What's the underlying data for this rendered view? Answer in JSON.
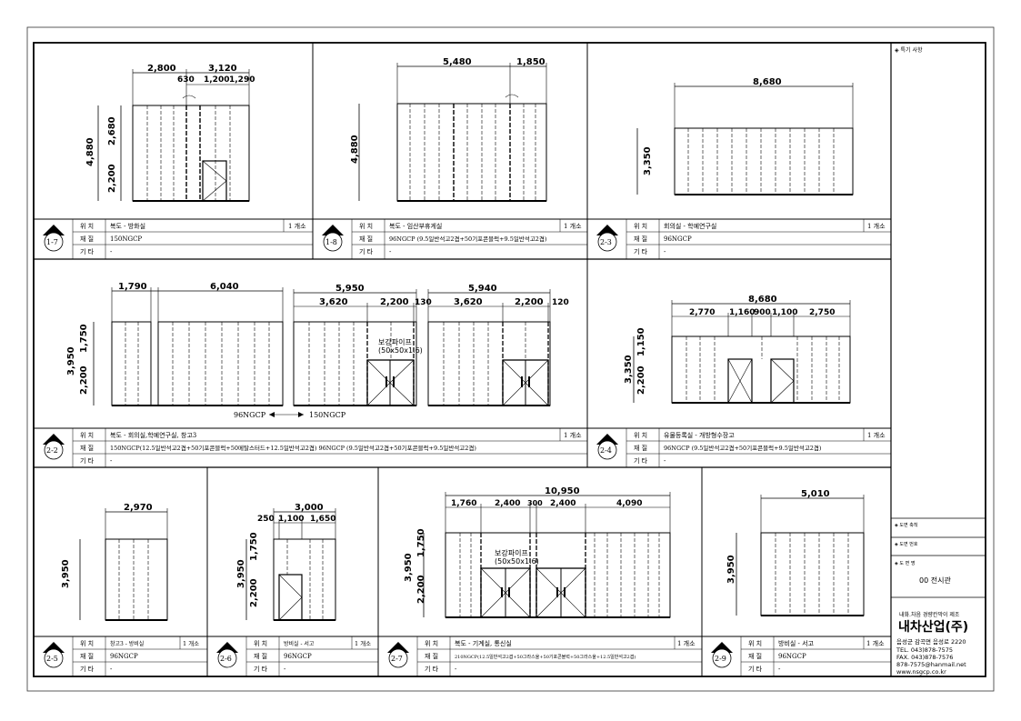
{
  "labels": {
    "loc": "위 치",
    "mat": "재 질",
    "etc": "기 타",
    "dash": "-"
  },
  "panels": [
    {
      "id": "1-7",
      "location": "복도 - 방화실",
      "count": "1 개소",
      "material": "150NGCP",
      "etc": "-",
      "dims_top": [
        "2,800",
        "3,120"
      ],
      "dims_sub": [
        "630",
        "1,200",
        "1,290"
      ],
      "dims_side": [
        "4,880",
        "2,680",
        "2,200"
      ]
    },
    {
      "id": "1-8",
      "location": "복도 - 임산부휴게실",
      "count": "1 개소",
      "material": "96NGCP (9.5일반석고2겹+50기포콘블럭+9.5일반석고2겹)",
      "etc": "-",
      "dims_top": [
        "5,480",
        "1,850"
      ],
      "dims_side": [
        "4,880"
      ]
    },
    {
      "id": "2-3",
      "location": "회의실 - 학예연구실",
      "count": "1 개소",
      "material": "96NGCP",
      "etc": "-",
      "dims_top": [
        "8,680"
      ],
      "dims_side": [
        "3,350"
      ]
    },
    {
      "id": "2-2",
      "location": "복도 - 회의실,학예연구실, 창고3",
      "count": "1 개소",
      "material": "150NGCP(12.5일반석고2겹+50기포콘블럭+50메탈스터드+12.5일반석고2겹)   96NGCP (9.5일반석고2겹+50기포콘블럭+9.5일반석고2겹)",
      "etc": "-",
      "dims_a": [
        "1,790",
        "6,040"
      ],
      "dims_b": [
        "5,950",
        "3,620",
        "2,200",
        "130"
      ],
      "dims_c": [
        "5,940",
        "3,620",
        "2,200",
        "120"
      ],
      "dims_side": [
        "3,950",
        "1,750",
        "2,200"
      ],
      "pipe_note": [
        "보강파이프",
        "(50x50x1.6)"
      ],
      "legend_left": "96NGCP",
      "legend_right": "150NGCP"
    },
    {
      "id": "2-4",
      "location": "유물등록실 - 개방형수장고",
      "count": "1 개소",
      "material": "96NGCP (9.5일반석고2겹+50기포콘블럭+9.5일반석고2겹)",
      "etc": "-",
      "dims_top": [
        "8,680"
      ],
      "dims_sub": [
        "2,770",
        "1,160",
        "900",
        "1,100",
        "2,750"
      ],
      "dims_side": [
        "3,350",
        "1,150",
        "2,200"
      ]
    },
    {
      "id": "2-5",
      "location": "창고3 - 방비실",
      "count": "1 개소",
      "material": "96NGCP",
      "etc": "-",
      "dims_top": [
        "2,970"
      ],
      "dims_side": [
        "3,950"
      ]
    },
    {
      "id": "2-6",
      "location": "방비실 - 서고",
      "count": "1 개소",
      "material": "96NGCP",
      "etc": "-",
      "dims_top": [
        "3,000"
      ],
      "dims_sub": [
        "250",
        "1,100",
        "1,650"
      ],
      "dims_side": [
        "3,950",
        "1,750",
        "2,200"
      ]
    },
    {
      "id": "2-7",
      "location": "복도 - 기계실, 통신실",
      "count": "1 개소",
      "material": "210NGCP(12.5일반석고2겹+50그라스울+50기포콘블럭+50그라스울+12.5일반석고2겹)",
      "etc": "-",
      "dims_top": [
        "10,950"
      ],
      "dims_sub": [
        "1,760",
        "2,400",
        "300",
        "2,400",
        "4,090"
      ],
      "dims_side": [
        "3,950",
        "1,750",
        "2,200"
      ],
      "pipe_note": [
        "보강파이프",
        "(50x50x1.6)"
      ]
    },
    {
      "id": "2-9",
      "location": "방비실 - 서고",
      "count": "1 개소",
      "material": "96NGCP",
      "etc": "-",
      "dims_top": [
        "5,010"
      ],
      "dims_side": [
        "3,950"
      ]
    }
  ],
  "sidebar": {
    "special_notes": "◈ 특기 사항",
    "scale": "◈ 도면 축척",
    "drawing_no": "◈ 도면 번호",
    "drawing_name_label": "◈ 도 면 명",
    "drawing_name": "00 전시관",
    "company_tag": "내화.차음 경량칸막이 제조",
    "company": "내차산업(주)",
    "address": "음성군 감곡면 음성로 2220",
    "tel": "TEL. 043)878-7575",
    "fax": "FAX. 043)878-7576",
    "email": "878-7575@hanmail.net",
    "web": "www.nsgcp.co.kr"
  }
}
